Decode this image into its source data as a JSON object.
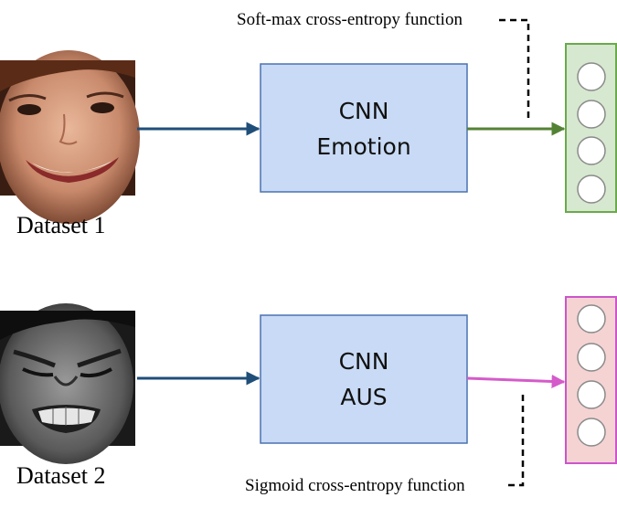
{
  "rows": [
    {
      "dataset_label": "Dataset 1",
      "photo": "smiling-face-photo",
      "cnn_line1": "CNN",
      "cnn_line2": "Emotion",
      "loss_label": "Soft-max cross-entropy function",
      "output_nodes": 4,
      "colors": {
        "box_fill": "#c8daf5",
        "box_stroke": "#4a72b0",
        "input_arrow": "#1f4e79",
        "output_arrow": "#548235",
        "output_fill": "#d6e8cf",
        "output_stroke": "#6aaa4a"
      }
    },
    {
      "dataset_label": "Dataset 2",
      "photo": "grimacing-face-photo",
      "cnn_line1": "CNN",
      "cnn_line2": "AUS",
      "loss_label": "Sigmoid cross-entropy function",
      "output_nodes": 4,
      "colors": {
        "box_fill": "#c8daf5",
        "box_stroke": "#4a72b0",
        "input_arrow": "#1f4e79",
        "output_arrow": "#d45bc9",
        "output_fill": "#f5d3d3",
        "output_stroke": "#cc55cc"
      }
    }
  ]
}
